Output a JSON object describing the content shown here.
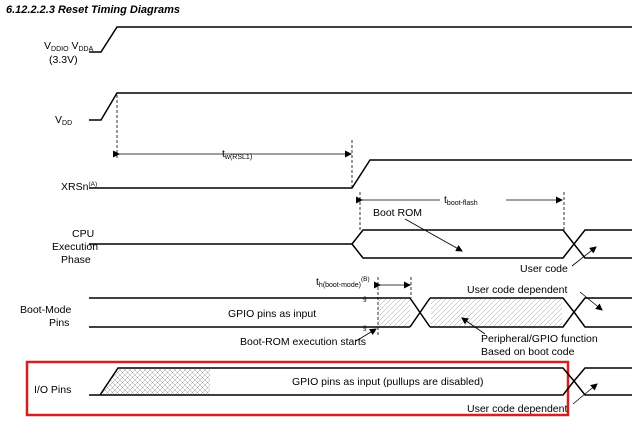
{
  "heading": "6.12.2.2.3 Reset Timing Diagrams",
  "signals": {
    "vddio_main": "V",
    "vddio_sub": "DDIO",
    "vdda_main": "V",
    "vdda_sub": "DDA",
    "vddio_voltage": "(3.3V)",
    "vdd_main": "V",
    "vdd_sub": "DD",
    "xrsn_main": "XRSn",
    "xrsn_sup": "(A)",
    "cpu_line1": "CPU",
    "cpu_line2": "Execution",
    "cpu_line3": "Phase",
    "bootmode_line1": "Boot-Mode",
    "bootmode_line2": "Pins",
    "io_pins": "I/O Pins"
  },
  "timing": {
    "tw_main": "t",
    "tw_sub": "w(RSL1)",
    "tboot_main": "t",
    "tboot_sub": "boot-flash",
    "th_main": "t",
    "th_sub": "h(boot-mode)",
    "th_sup": "(B)"
  },
  "annotations": {
    "boot_rom": "Boot ROM",
    "user_code": "User code",
    "user_code_dependent_top": "User code dependent",
    "gpio_input": "GPIO pins as input",
    "boot_rom_exec_starts": "Boot-ROM execution starts",
    "peripheral_gpio_line1": "Peripheral/GPIO function",
    "peripheral_gpio_line2": "Based on boot code",
    "gpio_input_pullups": "GPIO pins as input (pullups are disabled)",
    "user_code_dependent_bottom": "User code dependent"
  },
  "colors": {
    "highlight_box": "#d62020",
    "signal": "#000000"
  }
}
